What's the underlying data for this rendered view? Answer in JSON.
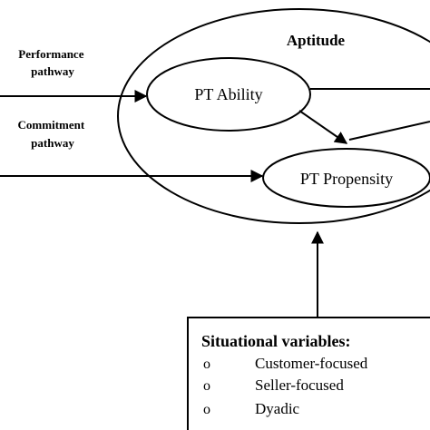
{
  "diagram": {
    "pathways": {
      "performance": [
        "Performance",
        "pathway"
      ],
      "commitment": [
        "Commitment",
        "pathway"
      ]
    },
    "aptitude": {
      "label": "Aptitude"
    },
    "pt_ability": {
      "label": "PT Ability"
    },
    "pt_propensity": {
      "label": "PT Propensity"
    },
    "situational": {
      "title": "Situational variables:",
      "bullet": "o",
      "items": [
        "Customer-focused",
        "Seller-focused",
        "Dyadic"
      ]
    }
  }
}
